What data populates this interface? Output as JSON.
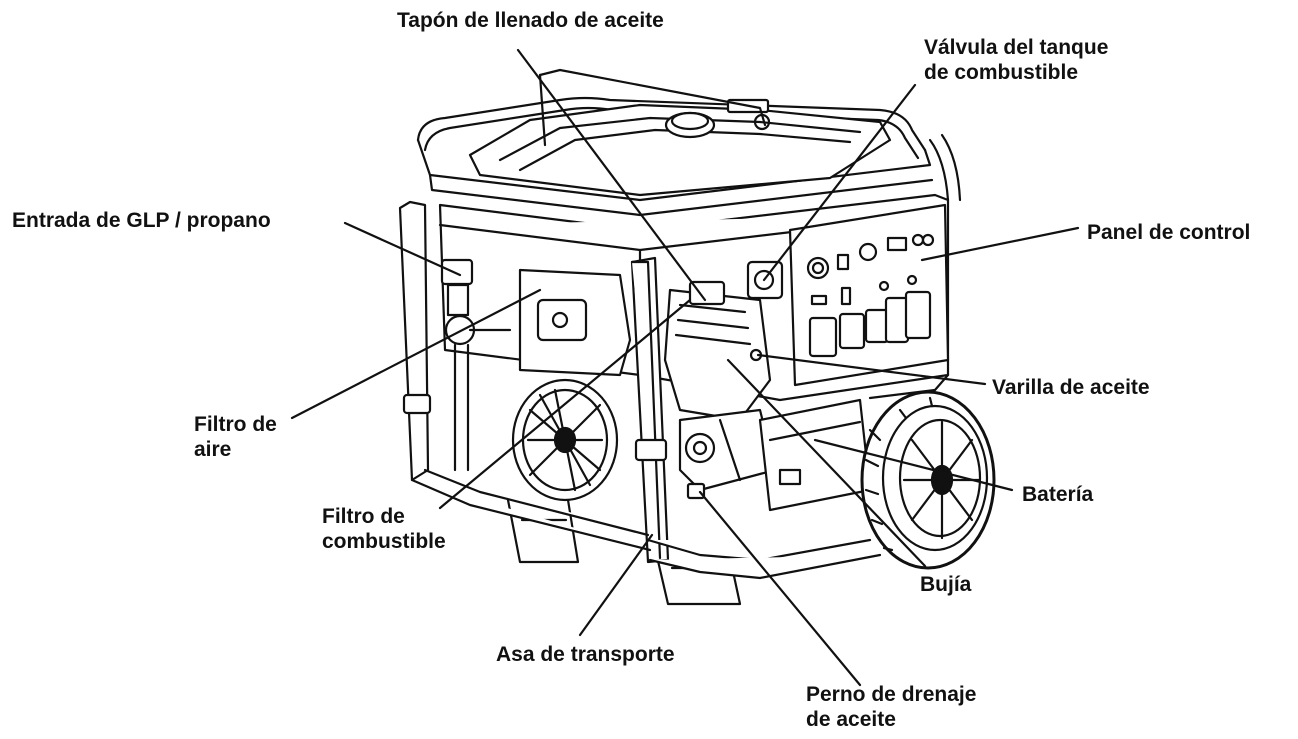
{
  "colors": {
    "ink": "#111111",
    "paper": "#ffffff",
    "shade": "#e9e9e9"
  },
  "labels": {
    "oil_fill_cap": "Tapón de llenado de aceite",
    "fuel_valve_l1": "Válvula del tanque",
    "fuel_valve_l2": "de combustible",
    "lpg_inlet": "Entrada de GLP / propano",
    "control_panel": "Panel de control",
    "air_filter_l1": "Filtro de",
    "air_filter_l2": "aire",
    "dipstick": "Varilla de aceite",
    "fuel_filter_l1": "Filtro de",
    "fuel_filter_l2": "combustible",
    "battery": "Batería",
    "spark_plug": "Bujía",
    "carry_handle": "Asa de transporte",
    "drain_bolt_l1": "Perno de drenaje",
    "drain_bolt_l2": "de aceite"
  }
}
